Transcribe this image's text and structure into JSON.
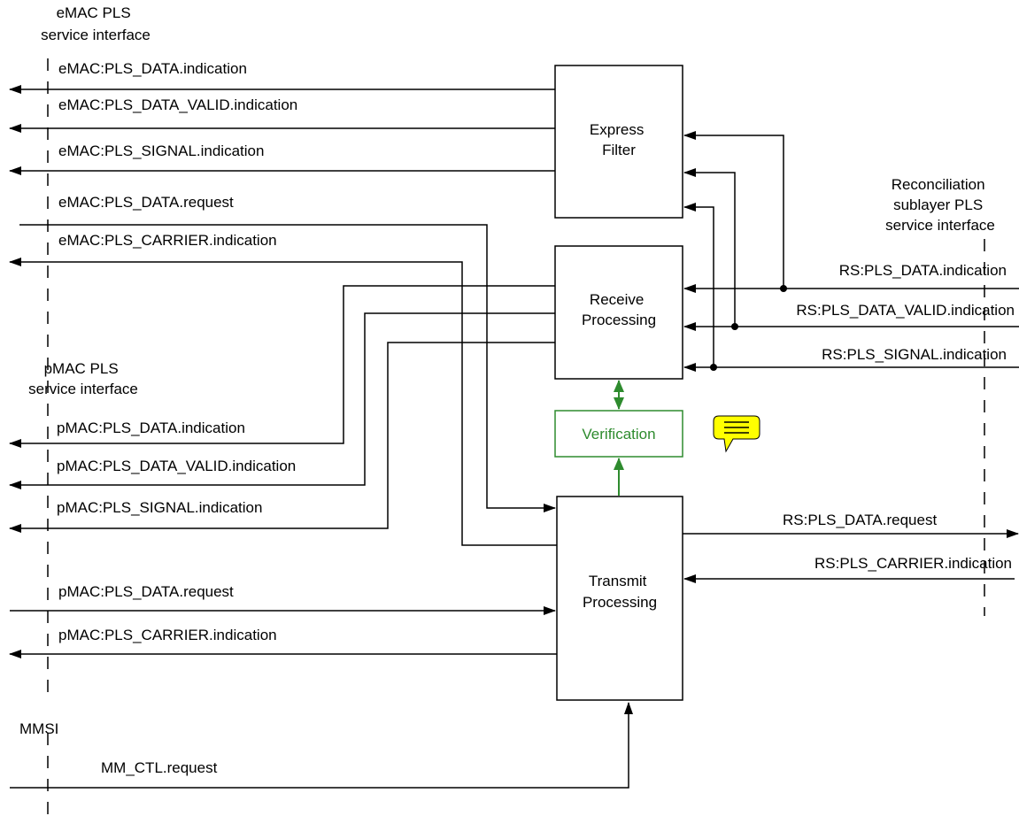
{
  "interfaces": {
    "emac": [
      "eMAC PLS",
      "service interface"
    ],
    "pmac": [
      "pMAC PLS",
      "service interface"
    ],
    "rs": [
      "Reconciliation",
      "sublayer PLS",
      "service interface"
    ],
    "mmsi": "MMSI"
  },
  "blocks": {
    "express_filter": [
      "Express",
      "Filter"
    ],
    "receive_processing": [
      "Receive",
      "Processing"
    ],
    "verification": "Verification",
    "transmit_processing": [
      "Transmit",
      "Processing"
    ]
  },
  "signals": {
    "emac_data_ind": "eMAC:PLS_DATA.indication",
    "emac_data_valid_ind": "eMAC:PLS_DATA_VALID.indication",
    "emac_signal_ind": "eMAC:PLS_SIGNAL.indication",
    "emac_data_req": "eMAC:PLS_DATA.request",
    "emac_carrier_ind": "eMAC:PLS_CARRIER.indication",
    "pmac_data_ind": "pMAC:PLS_DATA.indication",
    "pmac_data_valid_ind": "pMAC:PLS_DATA_VALID.indication",
    "pmac_signal_ind": "pMAC:PLS_SIGNAL.indication",
    "pmac_data_req": "pMAC:PLS_DATA.request",
    "pmac_carrier_ind": "pMAC:PLS_CARRIER.indication",
    "mm_ctl_req": "MM_CTL.request",
    "rs_data_ind": "RS:PLS_DATA.indication",
    "rs_data_valid_ind": "RS:PLS_DATA_VALID.indication",
    "rs_signal_ind": "RS:PLS_SIGNAL.indication",
    "rs_data_req": "RS:PLS_DATA.request",
    "rs_carrier_ind": "RS:PLS_CARRIER.indication"
  },
  "colors": {
    "verification": "#2e8b2e",
    "note_fill": "#ffff00"
  },
  "icons": {
    "note": "comment-note-icon"
  }
}
